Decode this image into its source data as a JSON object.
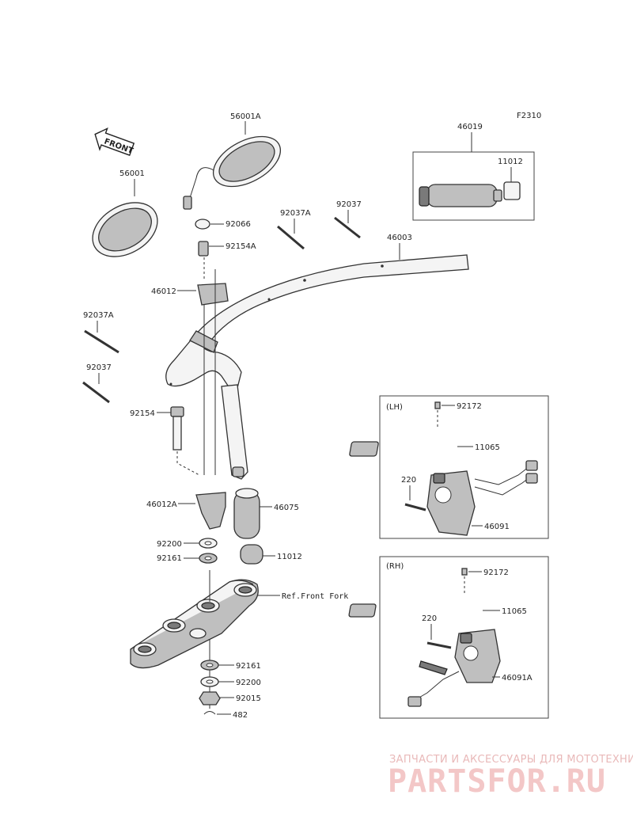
{
  "diagram": {
    "code": "F2310",
    "front_label": "FRONT",
    "lh_label": "(LH)",
    "rh_label": "(RH)",
    "ref_label": "Ref.Front Fork",
    "parts": {
      "p56001A": "56001A",
      "p56001": "56001",
      "p46019": "46019",
      "p11012_grip": "11012",
      "p92066": "92066",
      "p92037A_top": "92037A",
      "p92037_top": "92037",
      "p92154A": "92154A",
      "p46003": "46003",
      "p46012": "46012",
      "p92037A_left": "92037A",
      "p92037_left": "92037",
      "p92154": "92154",
      "p46012A": "46012A",
      "p46075": "46075",
      "p92200_a": "92200",
      "p92161_a": "92161",
      "p11012_b": "11012",
      "p92161_b": "92161",
      "p92200_b": "92200",
      "p92015": "92015",
      "p482": "482",
      "lh_92172": "92172",
      "lh_11065": "11065",
      "lh_220": "220",
      "lh_46091": "46091",
      "rh_92172": "92172",
      "rh_11065": "11065",
      "rh_220": "220",
      "rh_46091A": "46091A"
    }
  },
  "watermark": {
    "tagline": "ЗАПЧАСТИ И АКСЕССУАРЫ ДЛЯ МОТОТЕХНИКИ",
    "brand": "PARTSFOR.RU"
  }
}
